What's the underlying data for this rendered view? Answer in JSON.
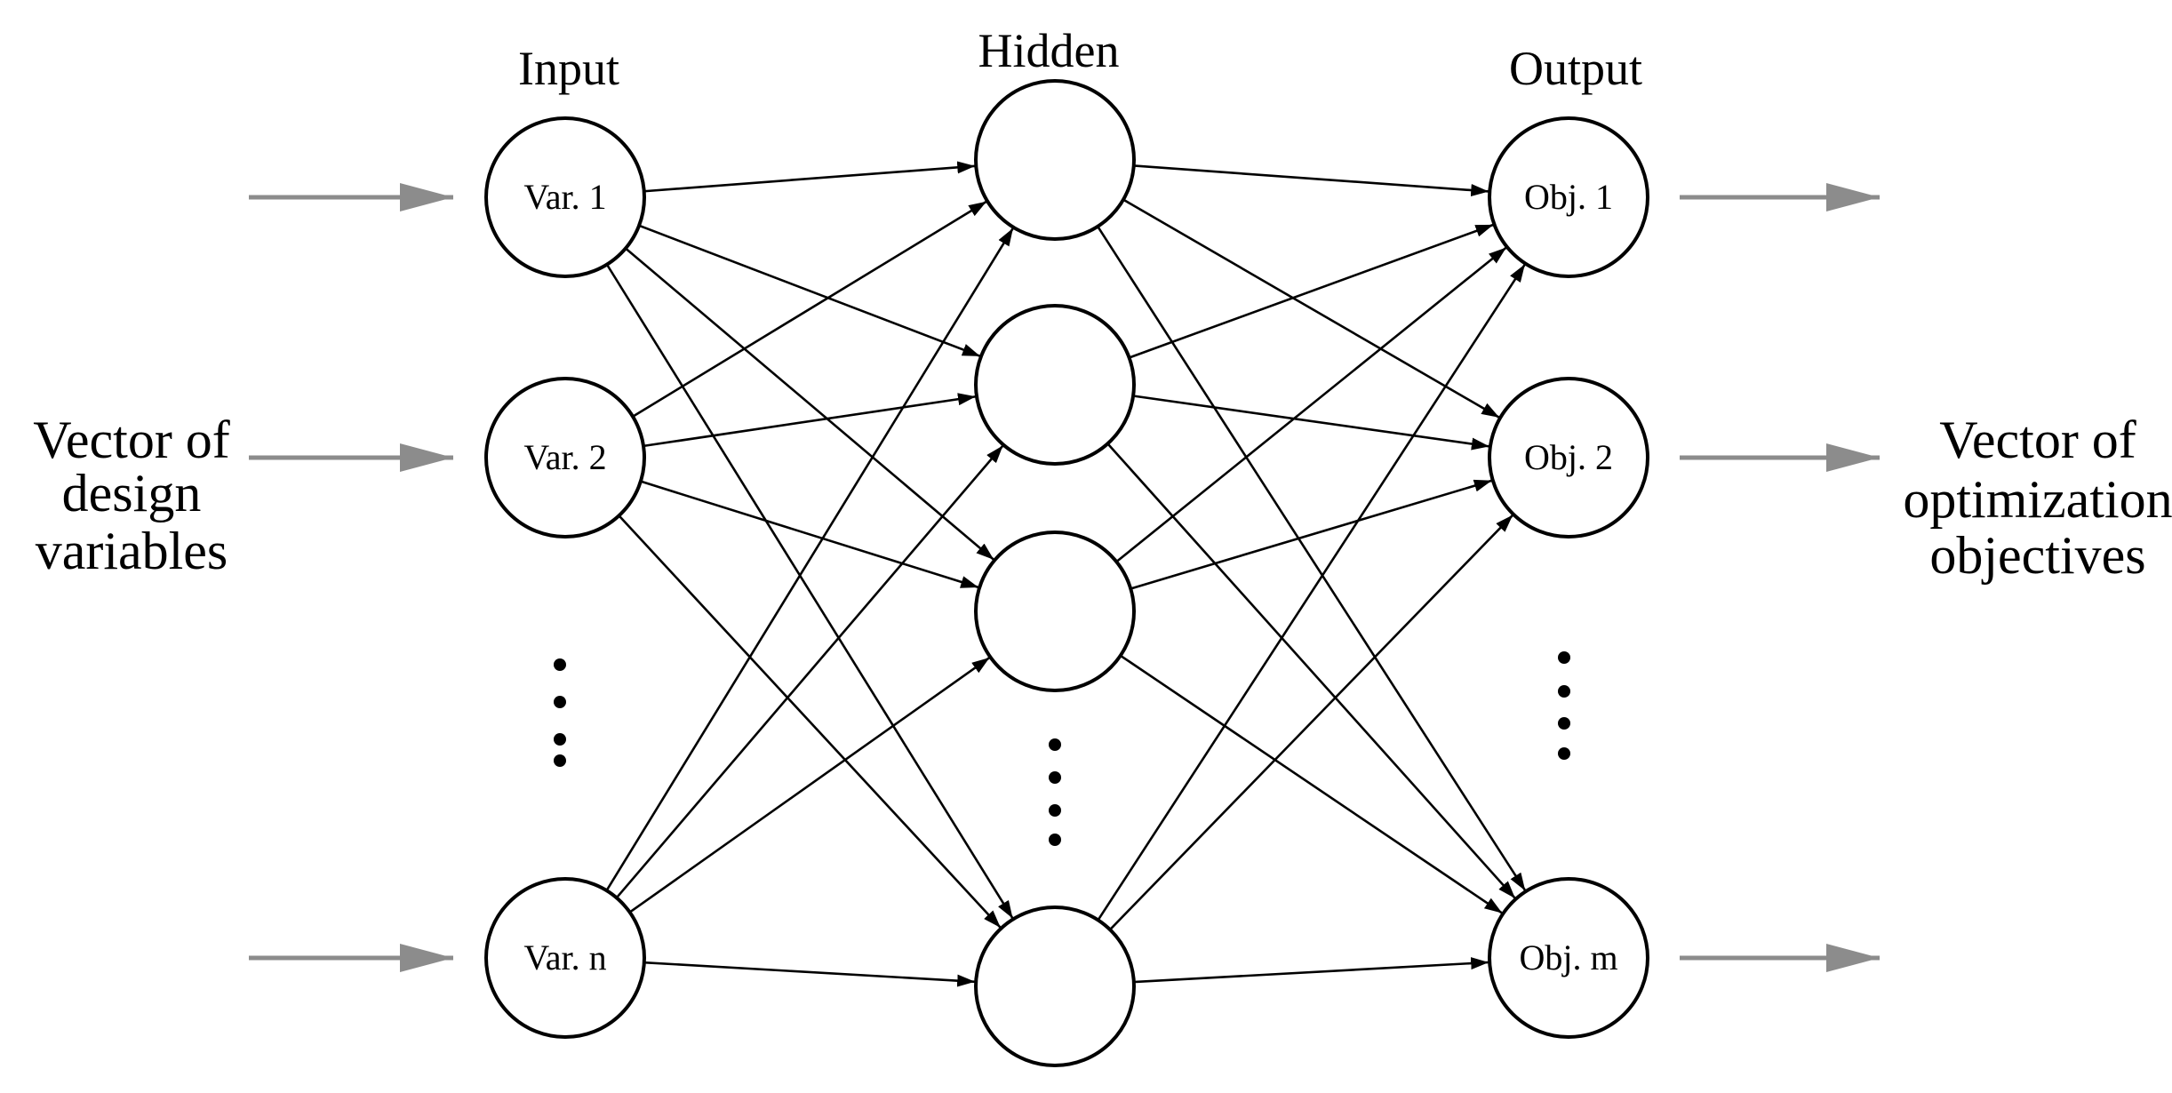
{
  "layers": {
    "input_title": "Input",
    "hidden_title": "Hidden",
    "output_title": "Output"
  },
  "input_nodes": [
    "Var. 1",
    "Var. 2",
    "Var. n"
  ],
  "output_nodes": [
    "Obj. 1",
    "Obj. 2",
    "Obj. m"
  ],
  "left_label": [
    "Vector of",
    "design",
    "variables"
  ],
  "right_label": [
    "Vector of",
    "optimization",
    "objectives"
  ],
  "colors": {
    "edge": "#000000",
    "io_arrow": "#8c8c8c",
    "node_fill": "#ffffff"
  }
}
